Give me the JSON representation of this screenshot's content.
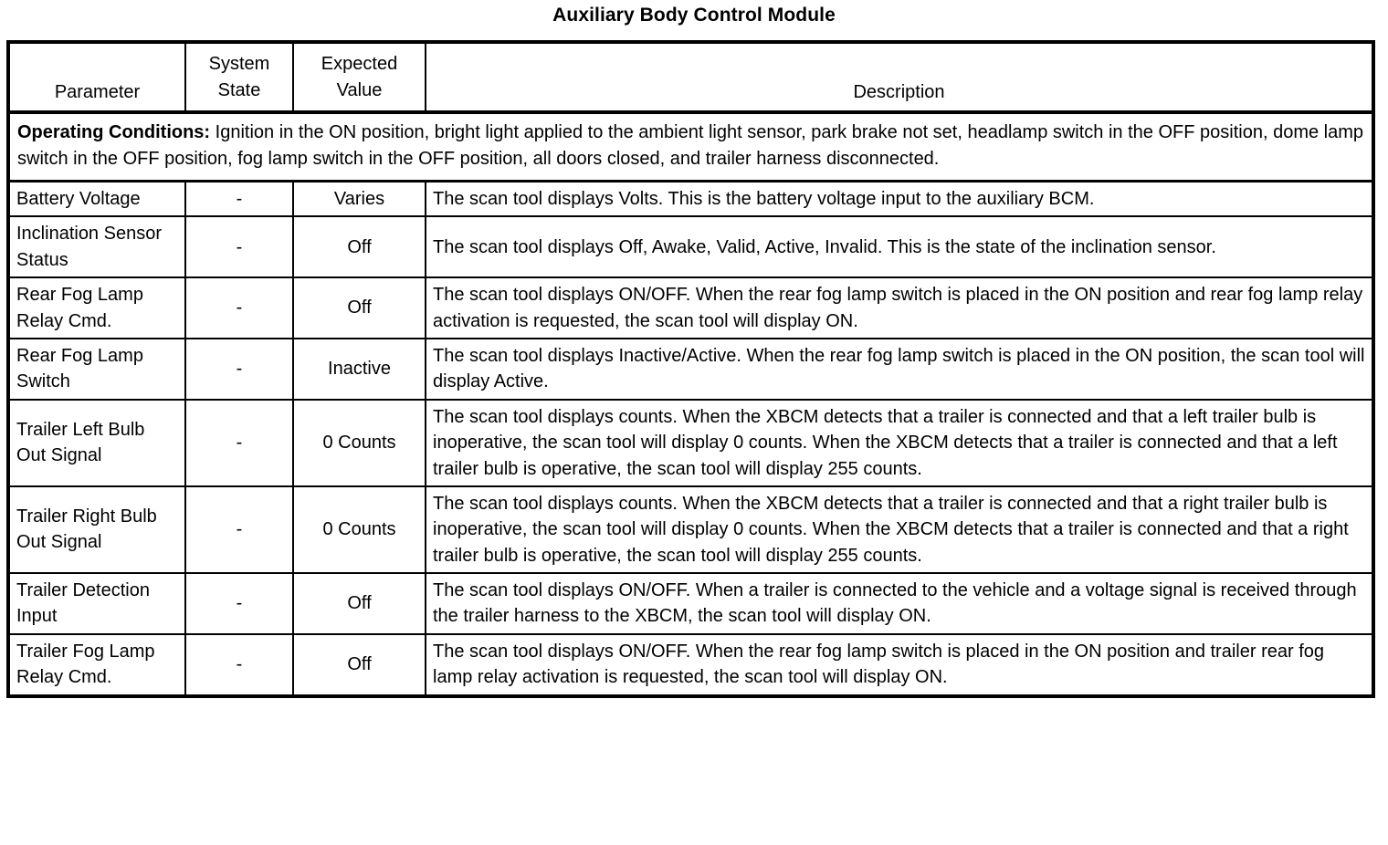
{
  "document": {
    "title": "Auxiliary Body Control Module"
  },
  "table": {
    "columns": [
      {
        "id": "parameter",
        "label": "Parameter"
      },
      {
        "id": "system_state",
        "label": "System\nState",
        "label_line1": "System",
        "label_line2": "State"
      },
      {
        "id": "expected_value",
        "label": "Expected\nValue",
        "label_line1": "Expected",
        "label_line2": "Value"
      },
      {
        "id": "description",
        "label": "Description"
      }
    ],
    "operating_conditions": {
      "label": "Operating Conditions:",
      "text": " Ignition in the ON position, bright light applied to the ambient light sensor, park brake not set, headlamp switch in the OFF position, dome lamp switch in the OFF position, fog lamp switch in the OFF position, all doors closed, and trailer harness disconnected."
    },
    "rows": [
      {
        "parameter": "Battery Voltage",
        "system_state": "-",
        "expected_value": "Varies",
        "description": "The scan tool displays Volts. This is the battery voltage input to the auxiliary BCM."
      },
      {
        "parameter": "Inclination Sensor Status",
        "system_state": "-",
        "expected_value": "Off",
        "description": "The scan tool displays Off, Awake, Valid, Active, Invalid. This is the state of the inclination sensor."
      },
      {
        "parameter": "Rear Fog Lamp Relay Cmd.",
        "system_state": "-",
        "expected_value": "Off",
        "description": "The scan tool displays ON/OFF. When the rear fog lamp switch is placed in the ON position and rear fog lamp relay activation is requested, the scan tool will display ON."
      },
      {
        "parameter": "Rear Fog Lamp Switch",
        "system_state": "-",
        "expected_value": "Inactive",
        "description": "The scan tool displays Inactive/Active. When the rear fog lamp switch is placed in the ON position, the scan tool will display Active."
      },
      {
        "parameter": "Trailer Left Bulb Out Signal",
        "system_state": "-",
        "expected_value": "0 Counts",
        "description": "The scan tool displays counts. When the XBCM detects that a trailer is connected and that a left trailer bulb is inoperative, the scan tool will display 0 counts. When the XBCM detects that a trailer is connected and that a left trailer bulb is operative, the scan tool will display 255 counts."
      },
      {
        "parameter": "Trailer Right Bulb Out Signal",
        "system_state": "-",
        "expected_value": "0 Counts",
        "description": "The scan tool displays counts. When the XBCM detects that a trailer is connected and that a right trailer bulb is inoperative, the scan tool will display 0 counts. When the XBCM detects that a trailer is connected and that a right trailer bulb is operative, the scan tool will display 255 counts."
      },
      {
        "parameter": "Trailer Detection Input",
        "system_state": "-",
        "expected_value": "Off",
        "description": "The scan tool displays ON/OFF. When a trailer is connected to the vehicle and a voltage signal is received through the trailer harness to the XBCM, the scan tool will display ON."
      },
      {
        "parameter": "Trailer Fog Lamp Relay Cmd.",
        "system_state": "-",
        "expected_value": "Off",
        "description": "The scan tool displays ON/OFF. When the rear fog lamp switch is placed in the ON position and trailer rear fog lamp relay activation is requested, the scan tool will display ON."
      }
    ]
  }
}
